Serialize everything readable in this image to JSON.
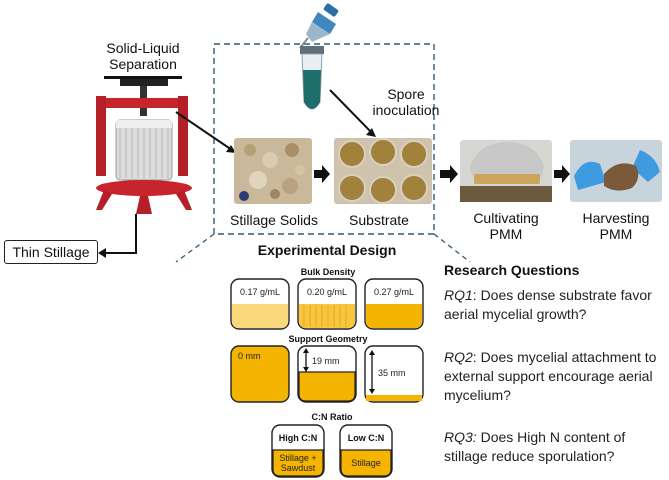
{
  "labels": {
    "separation_line1": "Solid-Liquid",
    "separation_line2": "Separation",
    "spore_line1": "Spore",
    "spore_line2": "inoculation",
    "stillage_solids": "Stillage Solids",
    "substrate": "Substrate",
    "cultivating_line1": "Cultivating",
    "cultivating_line2": "PMM",
    "harvesting_line1": "Harvesting",
    "harvesting_line2": "PMM",
    "thin_stillage": "Thin Stillage"
  },
  "experimental_design": {
    "title": "Experimental Design",
    "bulk_density": {
      "title": "Bulk Density",
      "values": [
        "0.17 g/mL",
        "0.20 g/mL",
        "0.27 g/mL"
      ]
    },
    "support_geometry": {
      "title": "Support Geometry",
      "values": [
        "0 mm",
        "19 mm",
        "35 mm"
      ]
    },
    "cn_ratio": {
      "title": "C:N Ratio",
      "high_label": "High C:N",
      "high_content_line1": "Stillage +",
      "high_content_line2": "Sawdust",
      "low_label": "Low C:N",
      "low_content": "Stillage"
    }
  },
  "research_questions": {
    "title": "Research Questions",
    "rq1_label": "RQ1",
    "rq1_text": ": Does dense substrate favor aerial mycelial growth?",
    "rq2_label": "RQ2",
    "rq2_text": ": Does mycelial attachment to external support encourage aerial mycelium?",
    "rq3_label": "RQ3:",
    "rq3_text": " Does High N content of stillage reduce sporulation?"
  },
  "colors": {
    "substrate_fill": "#f4b400",
    "press_red": "#c8242b",
    "dashed_box": "#2f5c7a",
    "arrow": "#111111"
  }
}
